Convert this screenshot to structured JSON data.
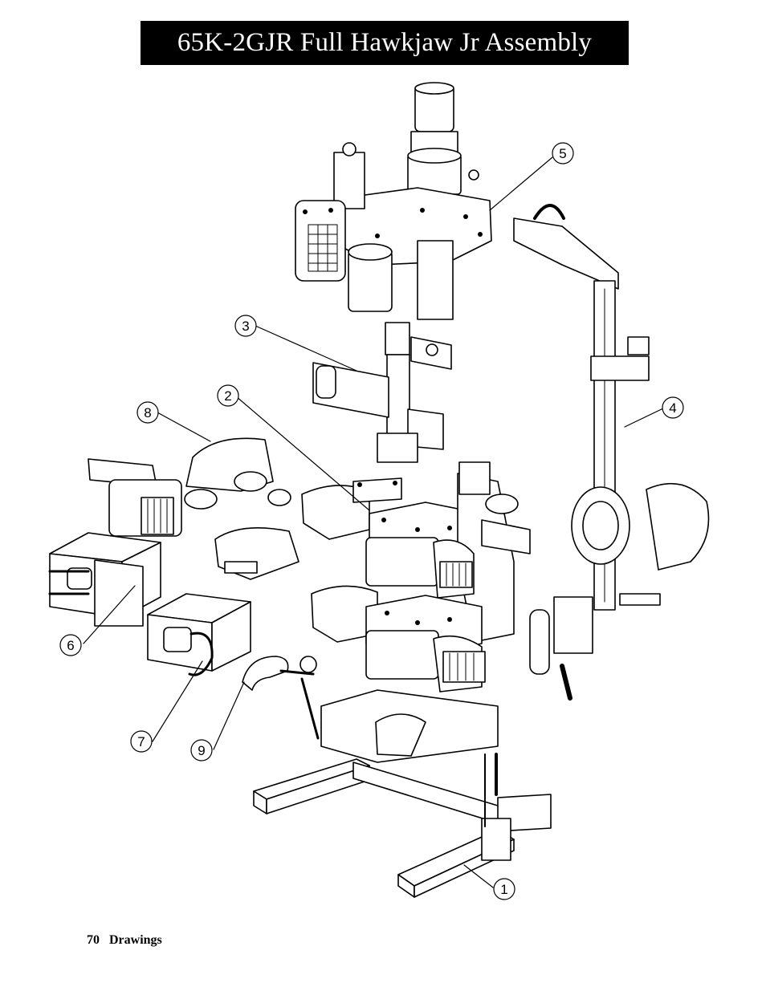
{
  "page": {
    "title": "65K-2GJR Full Hawkjaw Jr Assembly",
    "footer_page_number": "70",
    "footer_section": "Drawings"
  },
  "diagram": {
    "callouts": [
      "1",
      "2",
      "3",
      "4",
      "5",
      "6",
      "7",
      "8",
      "9"
    ]
  }
}
